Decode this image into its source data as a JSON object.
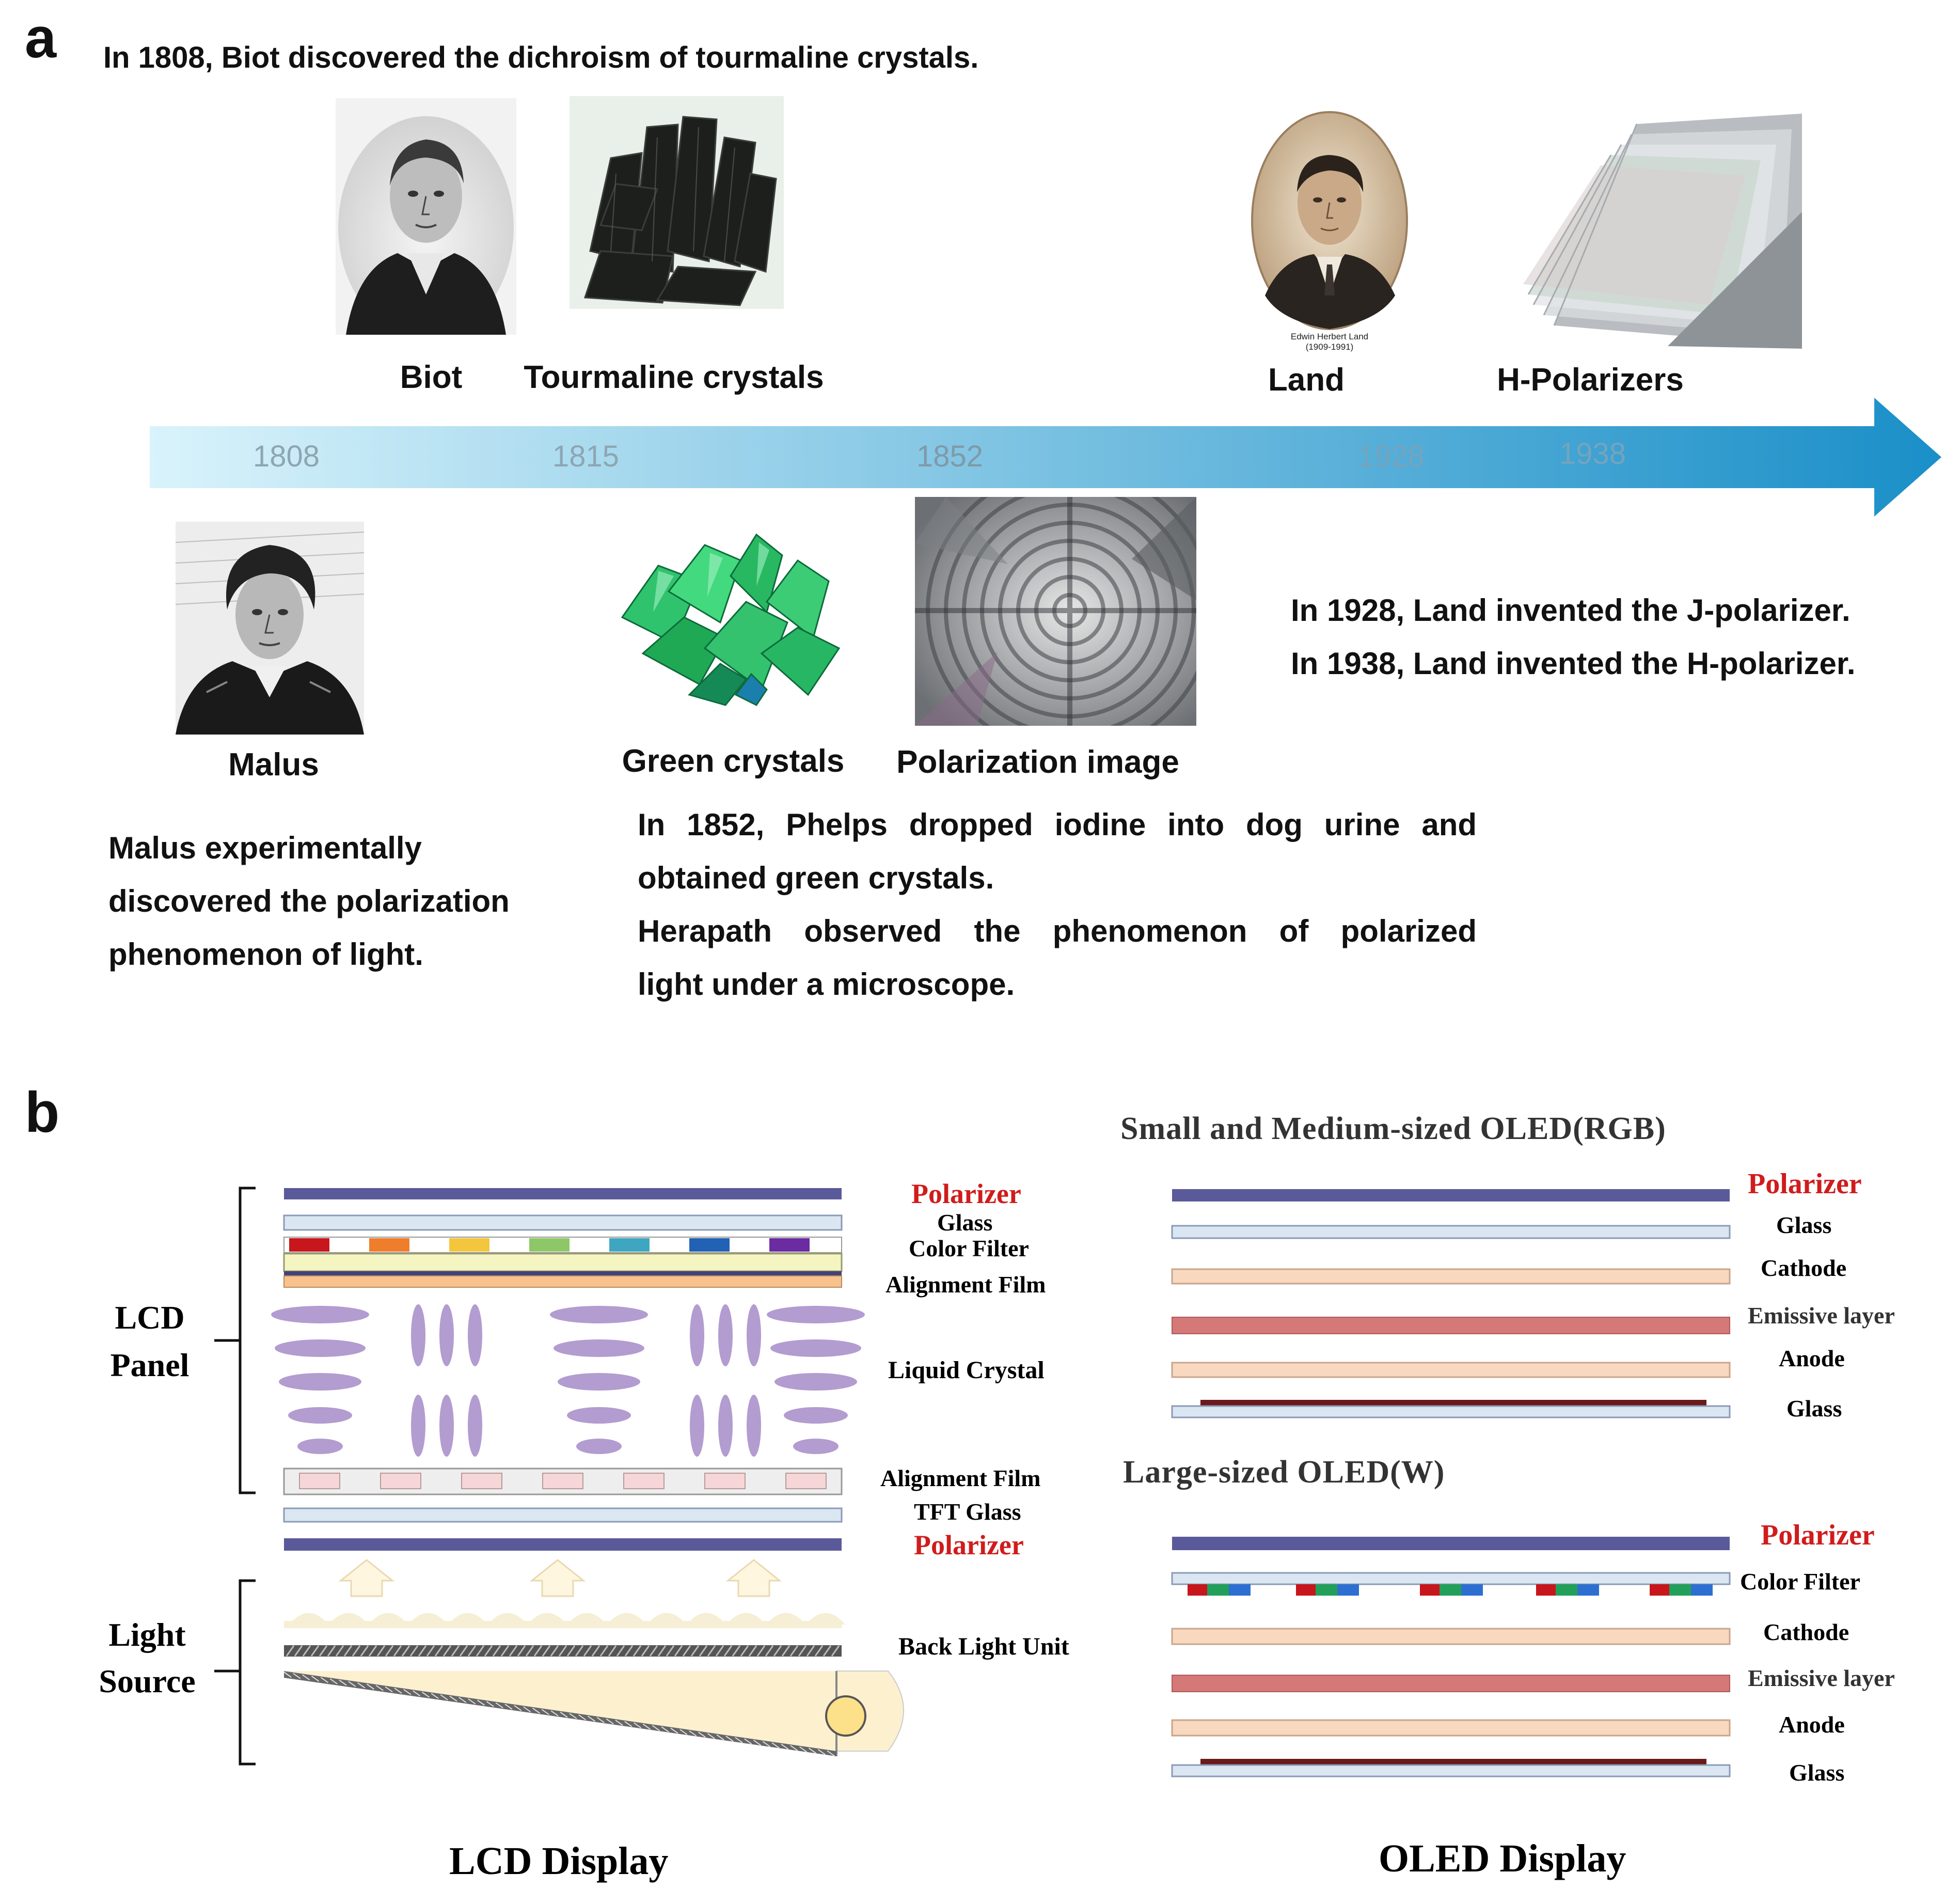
{
  "panel_a": {
    "letter": "a",
    "top_text": "In 1808, Biot discovered the dichroism of tourmaline crystals.",
    "captions": {
      "biot": "Biot",
      "tourmaline": "Tourmaline crystals",
      "land": "Land",
      "h_polarizers": "H-Polarizers",
      "malus": "Malus",
      "green_crystals": "Green crystals",
      "polarization_image": "Polarization image"
    },
    "land_portrait_inscription": [
      "Edwin Herbert Land",
      "(1909-1991)"
    ],
    "timeline_years": [
      "1808",
      "1815",
      "1852",
      "1928",
      "1938"
    ],
    "land_text": [
      "In 1928, Land invented the J-polarizer.",
      "In 1938, Land invented the H-polarizer."
    ],
    "malus_text": [
      "Malus experimentally",
      "discovered the polarization",
      "phenomenon of light."
    ],
    "phelps_text": [
      "In 1852, Phelps dropped iodine into dog urine and",
      "obtained green crystals.",
      "Herapath observed the phenomenon of polarized",
      "light under a microscope."
    ]
  },
  "panel_b": {
    "letter": "b",
    "lcd": {
      "group_labels": {
        "panel": [
          "LCD",
          "Panel"
        ],
        "source": [
          "Light",
          "Source"
        ]
      },
      "layer_labels": {
        "polarizer_top": "Polarizer",
        "glass": "Glass",
        "color_filter": "Color Filter",
        "alignment_top": "Alignment Film",
        "liquid_crystal": "Liquid Crystal",
        "alignment_bottom": "Alignment Film",
        "tft_glass": "TFT Glass",
        "polarizer_bottom": "Polarizer",
        "back_light": "Back Light Unit"
      },
      "caption": "LCD Display"
    },
    "oled": {
      "small_title": "Small and Medium-sized OLED(RGB)",
      "small_layers": [
        "Polarizer",
        "Glass",
        "Cathode",
        "Emissive layer",
        "Anode",
        "Glass"
      ],
      "large_title": "Large-sized OLED(W)",
      "large_layers": [
        "Polarizer",
        "Color Filter",
        "Cathode",
        "Emissive layer",
        "Anode",
        "Glass"
      ],
      "caption": "OLED Display"
    },
    "colors": {
      "polarizer": "#5a5a9a",
      "highlight_text": "#d01c1c",
      "glass": "#dbe6f3",
      "cathode": "#f9d8c0",
      "emissive": "#d47878",
      "anode": "#f9d8c0",
      "liquid_crystal": "#b39cd0",
      "timeline_start": "#d9f3fb",
      "timeline_end": "#1a8fc8"
    }
  }
}
